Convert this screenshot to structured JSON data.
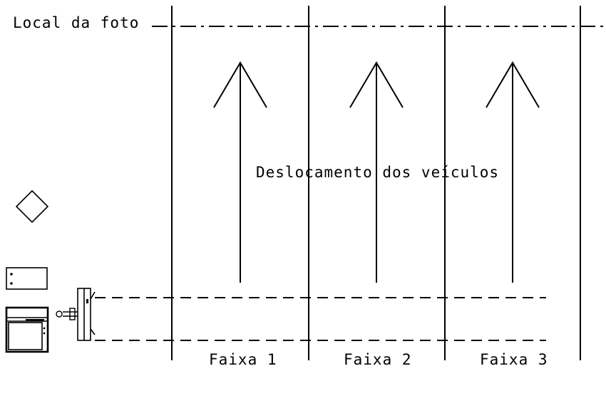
{
  "labels": {
    "photo_location": "Local da foto",
    "vehicle_movement": "Deslocamento dos veículos"
  },
  "lanes": [
    {
      "label": "Faixa 1"
    },
    {
      "label": "Faixa 2"
    },
    {
      "label": "Faixa 3"
    }
  ]
}
